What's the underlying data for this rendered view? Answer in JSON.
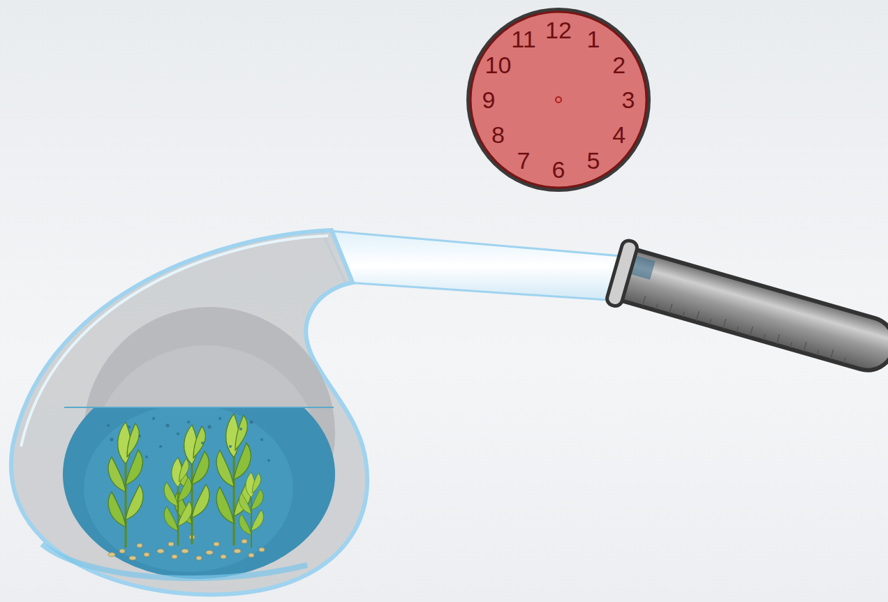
{
  "diagram": {
    "nodes": [
      {
        "text": [
          "12",
          "1",
          "2",
          "3",
          "4",
          "5",
          "6",
          "7",
          "8",
          "9",
          "10",
          "11"
        ]
      }
    ]
  }
}
